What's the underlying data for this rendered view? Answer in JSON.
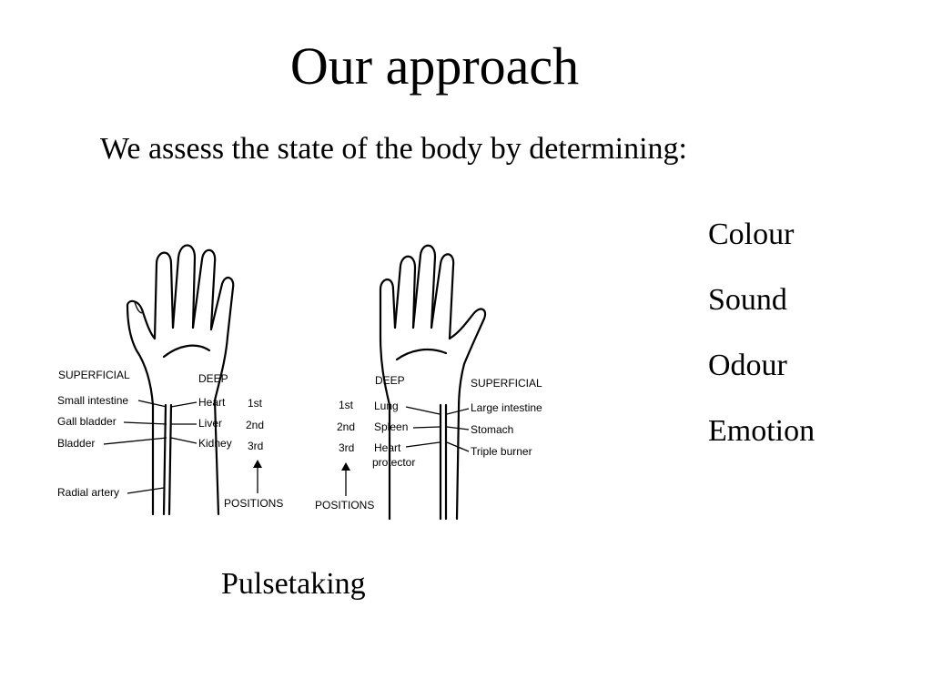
{
  "slide": {
    "title": "Our approach",
    "subtitle": "We assess the state of the body by determining:",
    "list": [
      "Colour",
      "Sound",
      "Odour",
      "Emotion"
    ],
    "caption": "Pulsetaking"
  },
  "figure": {
    "left_hand": {
      "superficial": "SUPERFICIAL",
      "deep": "DEEP",
      "superficial_organs": [
        "Small intestine",
        "Gall bladder",
        "Bladder"
      ],
      "deep_organs": [
        "Heart",
        "Liver",
        "Kidney"
      ],
      "positions": [
        "1st",
        "2nd",
        "3rd"
      ],
      "radial_artery": "Radial artery",
      "positions_label": "POSITIONS"
    },
    "right_hand": {
      "deep": "DEEP",
      "superficial": "SUPERFICIAL",
      "deep_organs": [
        "Lung",
        "Spleen",
        "Heart",
        "protector"
      ],
      "superficial_organs": [
        "Large intestine",
        "Stomach",
        "Triple burner"
      ],
      "positions": [
        "1st",
        "2nd",
        "3rd"
      ],
      "positions_label": "POSITIONS"
    }
  }
}
